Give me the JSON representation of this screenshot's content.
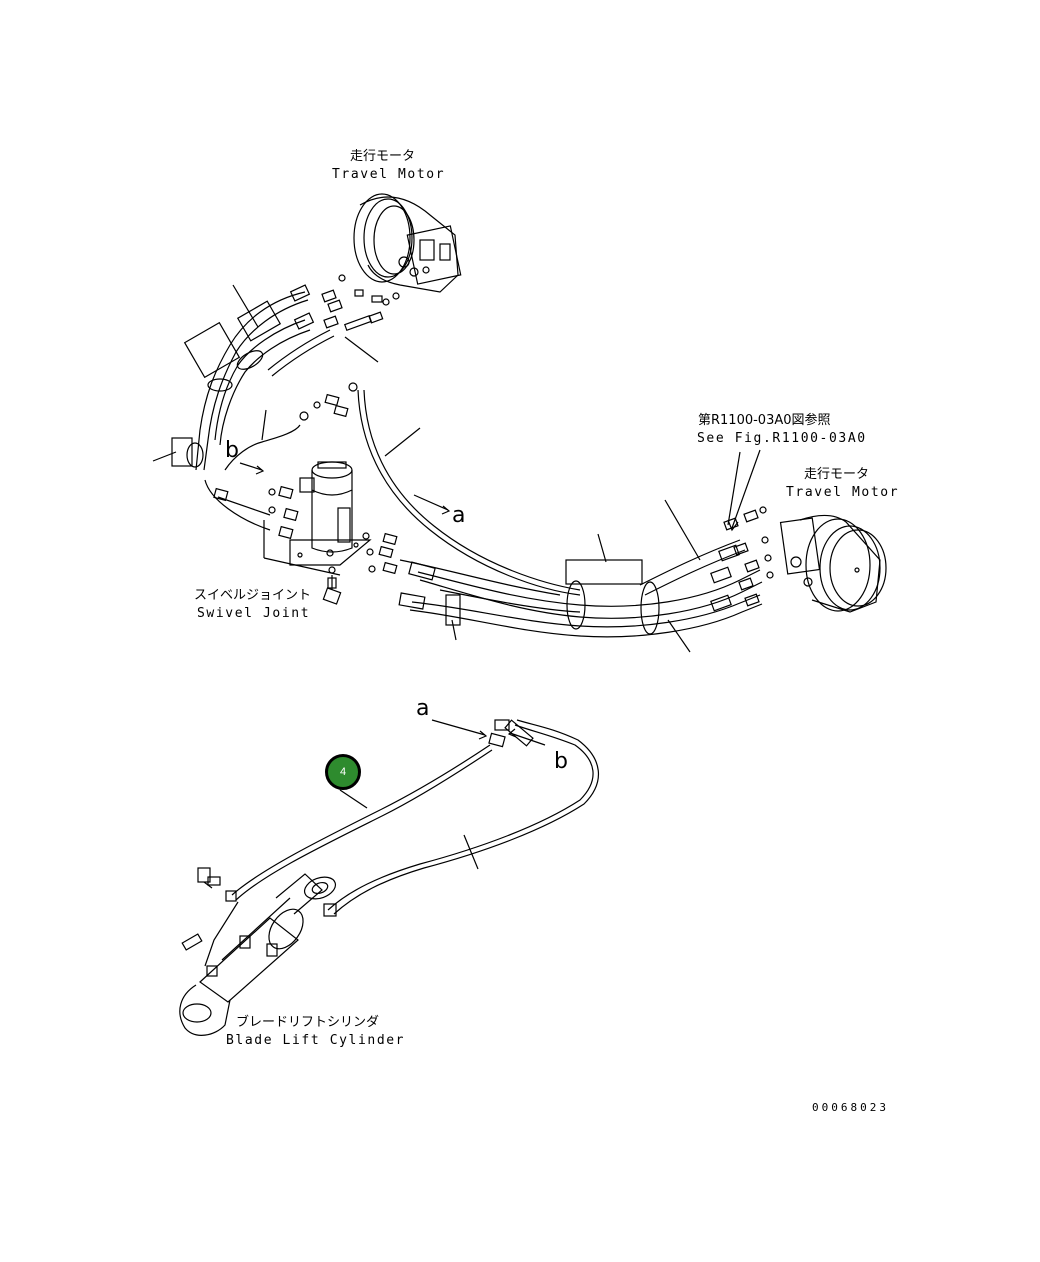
{
  "labels": {
    "travel_motor_1": {
      "jp": "走行モータ",
      "en": "Travel Motor"
    },
    "see_fig": {
      "jp": "第R1100-03A0図参照",
      "en": "See Fig.R1100-03A0"
    },
    "travel_motor_2": {
      "jp": "走行モータ",
      "en": "Travel Motor"
    },
    "swivel_joint": {
      "jp": "スイベルジョイント",
      "en": "Swivel Joint"
    },
    "blade_lift_cylinder": {
      "jp": "ブレードリフトシリンダ",
      "en": "Blade Lift Cylinder"
    }
  },
  "markers": {
    "a_upper": "a",
    "b_upper": "b",
    "a_lower": "a",
    "b_lower": "b"
  },
  "callout": {
    "number": "4",
    "color": "#2e8b2e"
  },
  "document_number": "00068023"
}
